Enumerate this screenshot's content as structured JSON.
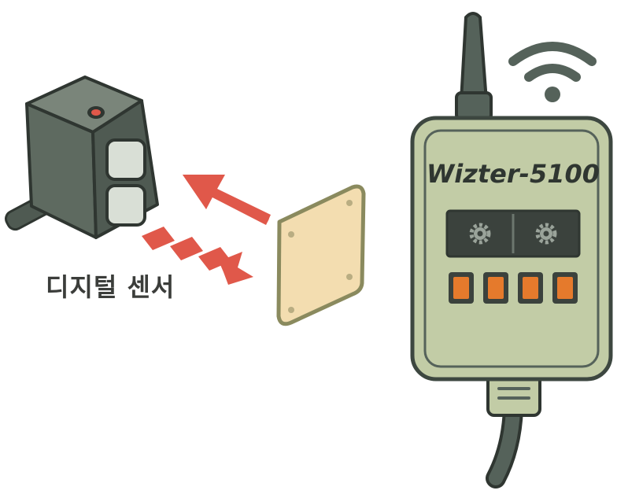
{
  "sensor": {
    "label": "디지털 센서",
    "body_color": "#4f5a52",
    "indicator_color": "#e0584a"
  },
  "beam": {
    "color": "#e0584a"
  },
  "reflector": {
    "color": "#f3ddb0"
  },
  "device": {
    "model": "Wizter-5100",
    "body_color": "#c2cca6",
    "icons": [
      "gear-icon",
      "gear-icon"
    ],
    "button_count": 4,
    "button_color": "#e57a2c"
  },
  "wireless": {
    "icon": "wifi-icon"
  }
}
